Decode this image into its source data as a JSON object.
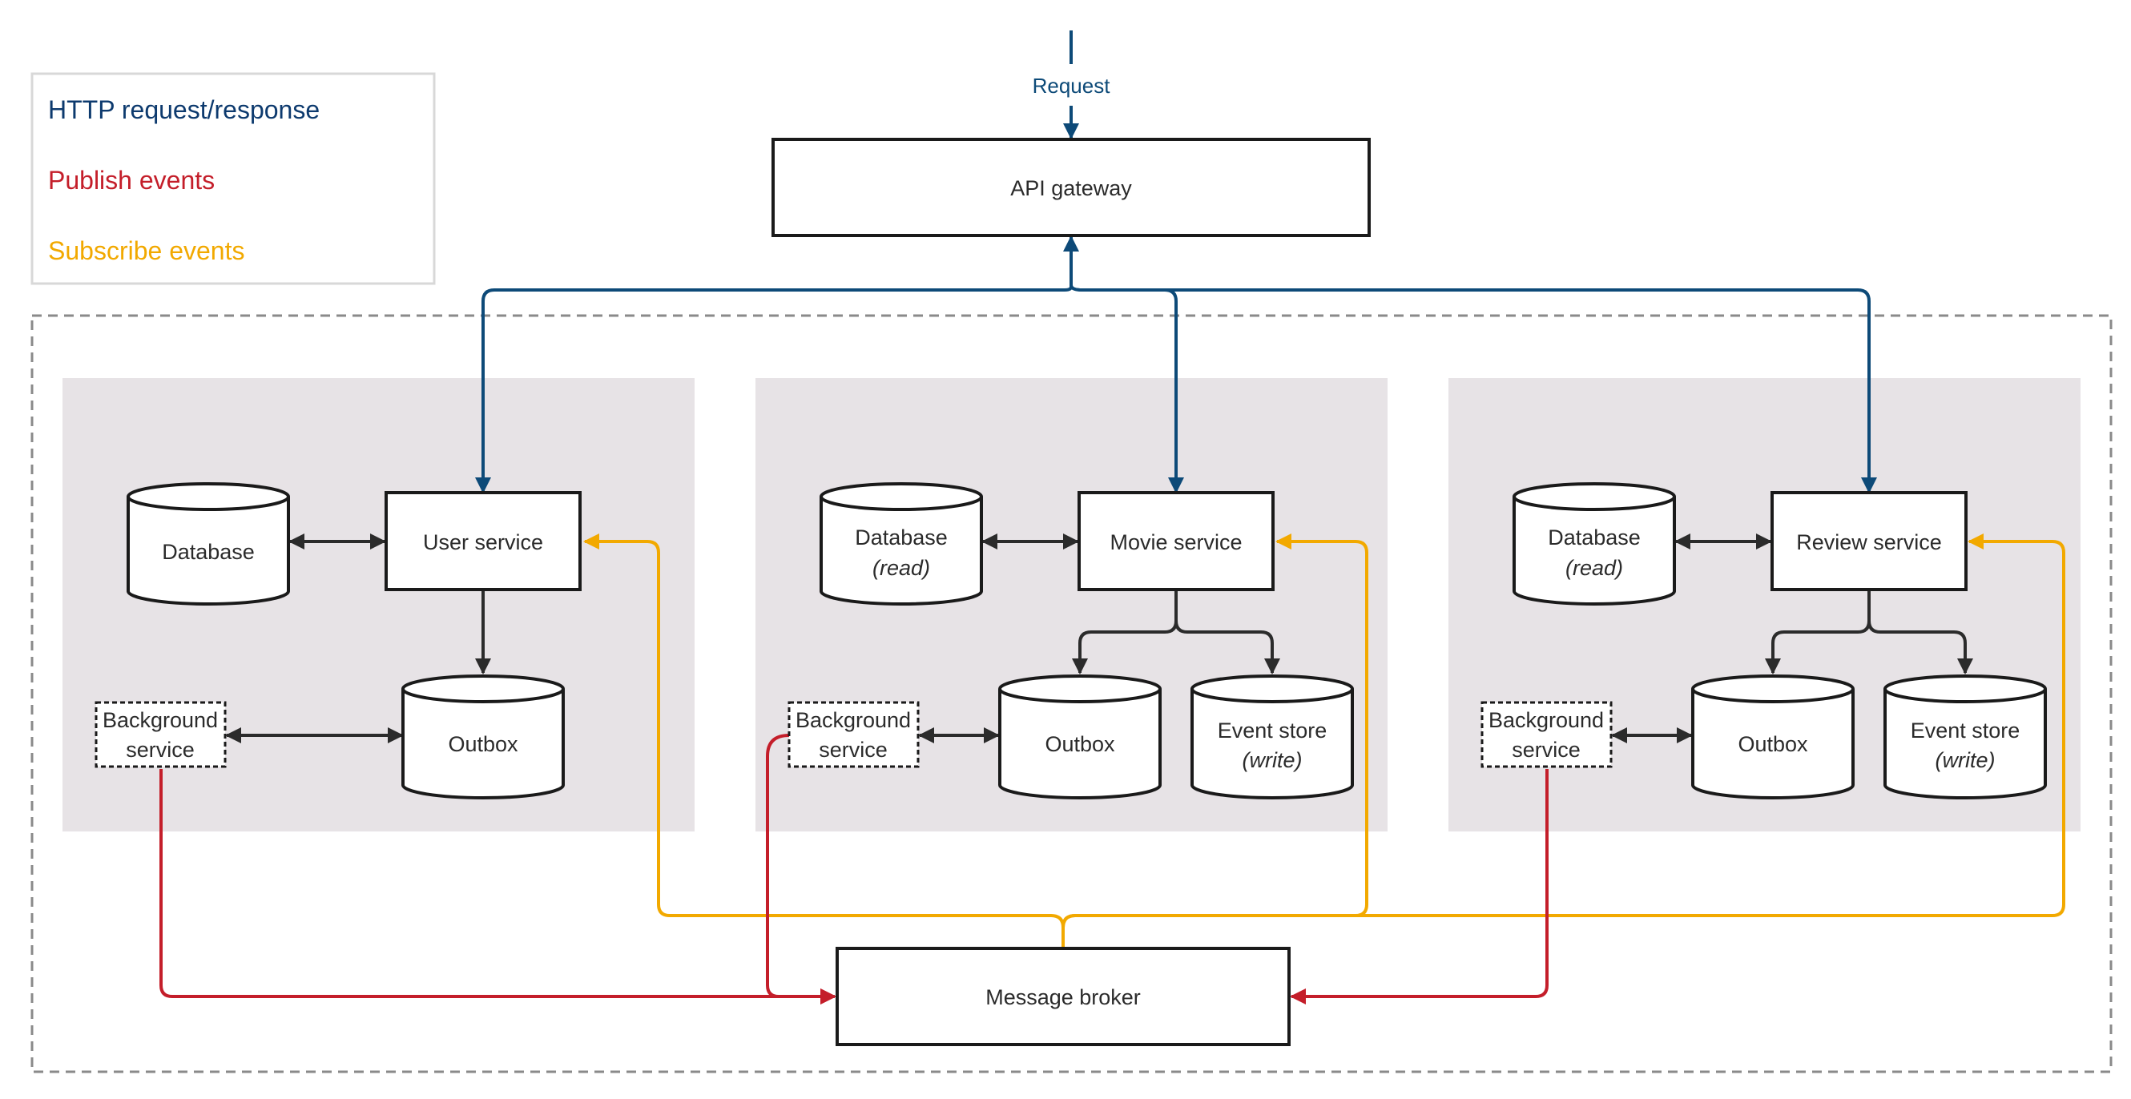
{
  "legend": {
    "http": "HTTP request/response",
    "publish": "Publish events",
    "subscribe": "Subscribe events"
  },
  "colors": {
    "http": "#0d4a78",
    "publish": "#c41e2a",
    "subscribe": "#f2a900",
    "node_stroke": "#1a1a1a",
    "group_fill": "#e7e3e6",
    "boundary": "#8a8a8a"
  },
  "entry": {
    "label": "Request"
  },
  "gateway": {
    "label": "API gateway"
  },
  "broker": {
    "label": "Message broker"
  },
  "services": [
    {
      "name": "User service",
      "database": {
        "line1": "Database",
        "line2": ""
      },
      "outbox": "Outbox",
      "background": {
        "line1": "Background",
        "line2": "service"
      }
    },
    {
      "name": "Movie service",
      "database": {
        "line1": "Database",
        "line2": "(read)"
      },
      "outbox": "Outbox",
      "event_store": {
        "line1": "Event store",
        "line2": "(write)"
      },
      "background": {
        "line1": "Background",
        "line2": "service"
      }
    },
    {
      "name": "Review service",
      "database": {
        "line1": "Database",
        "line2": "(read)"
      },
      "outbox": "Outbox",
      "event_store": {
        "line1": "Event store",
        "line2": "(write)"
      },
      "background": {
        "line1": "Background",
        "line2": "service"
      }
    }
  ]
}
